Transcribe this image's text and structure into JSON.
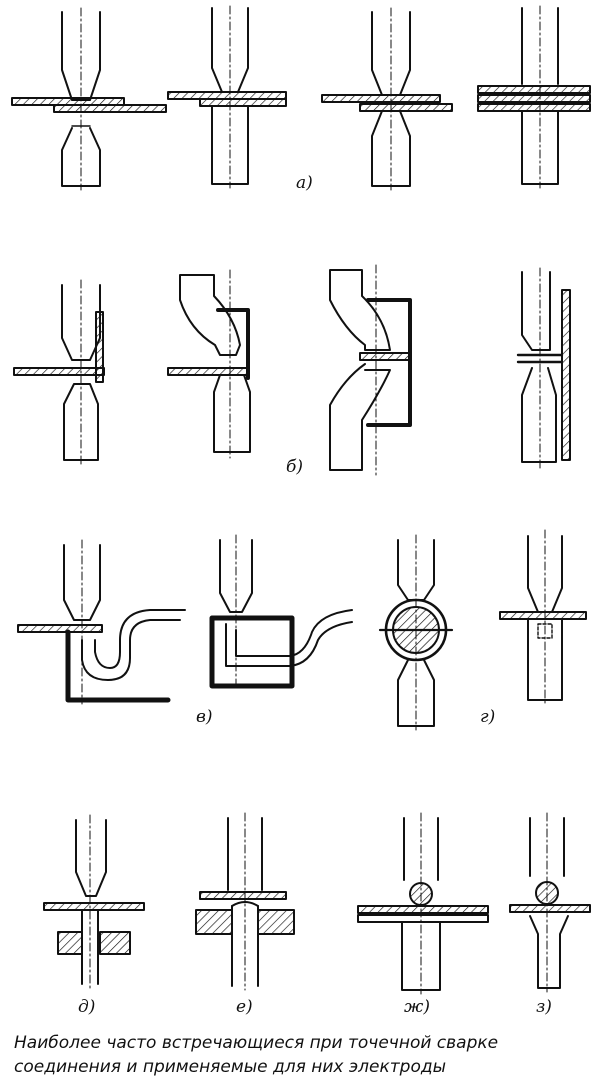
{
  "labels": {
    "a": "а)",
    "b": "б)",
    "v": "в)",
    "g": "г)",
    "d": "д)",
    "e": "е)",
    "zh": "ж)",
    "z": "з)"
  },
  "caption": {
    "line1": "Наиболее часто встречающиеся при точечной сварке",
    "line2": "соединения и применяемые для них электроды"
  },
  "colors": {
    "ink": "#111111",
    "paper": "#ffffff"
  }
}
